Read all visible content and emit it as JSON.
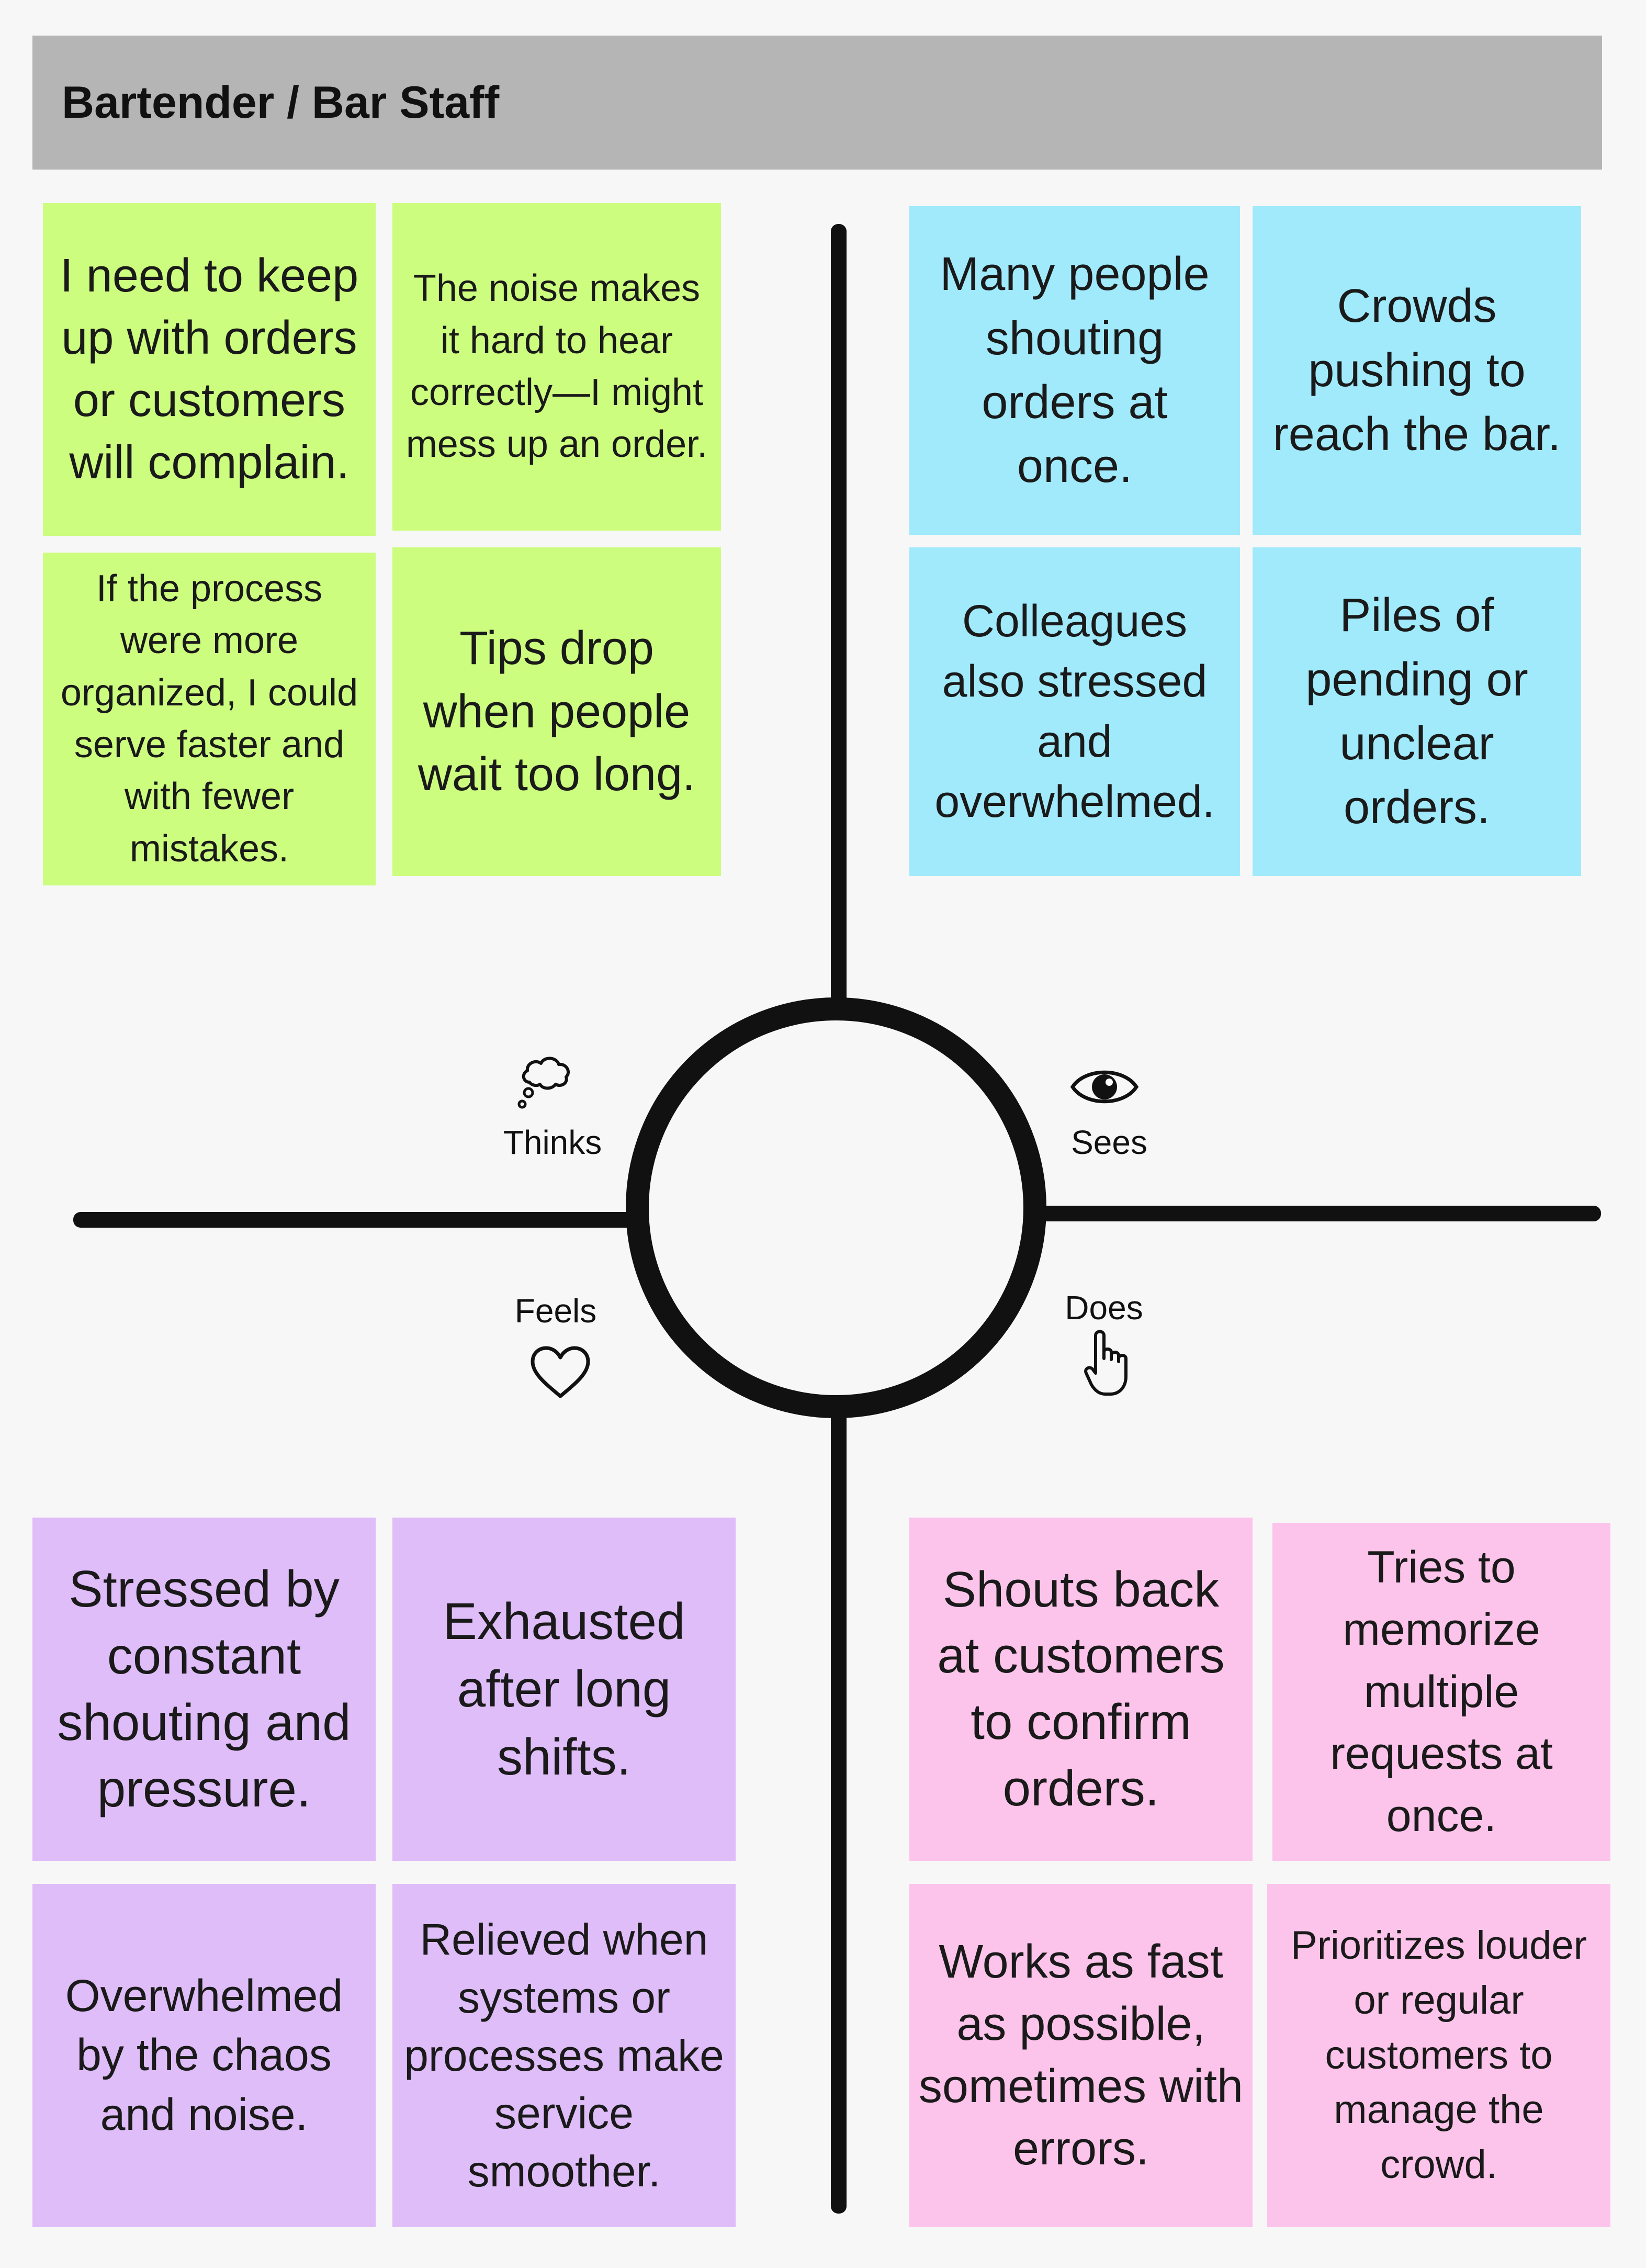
{
  "header": {
    "title": "Bartender / Bar Staff"
  },
  "quadrants": {
    "thinks": {
      "label": "Thinks",
      "icon": "thought-bubble-icon"
    },
    "sees": {
      "label": "Sees",
      "icon": "eye-icon"
    },
    "feels": {
      "label": "Feels",
      "icon": "heart-icon"
    },
    "does": {
      "label": "Does",
      "icon": "pointing-hand-icon"
    }
  },
  "notes": {
    "thinks": [
      "I need to keep up with orders or customers will complain.",
      "The noise makes it hard to hear correctly—I might mess up an order.",
      "If the process were more organized, I could serve faster and with fewer mistakes.",
      "Tips drop when people wait too long."
    ],
    "sees": [
      "Many people shouting orders at once.",
      "Crowds pushing to reach the bar.",
      "Colleagues also stressed and overwhelmed.",
      "Piles of pending or unclear orders."
    ],
    "feels": [
      "Stressed by constant shouting and pressure.",
      "Exhausted after long shifts.",
      "Overwhelmed by the chaos and noise.",
      "Relieved when systems or processes make service smoother."
    ],
    "does": [
      "Shouts back at customers to confirm orders.",
      "Tries to memorize multiple requests at once.",
      "Works as fast as possible, sometimes with errors.",
      "Prioritizes louder or regular customers to manage the crowd."
    ]
  },
  "colors": {
    "thinks": "#cdfd7f",
    "sees": "#a0eafc",
    "feels": "#dfbdf8",
    "does": "#fcc4ea",
    "header": "#b5b5b5",
    "lines": "#111111"
  }
}
